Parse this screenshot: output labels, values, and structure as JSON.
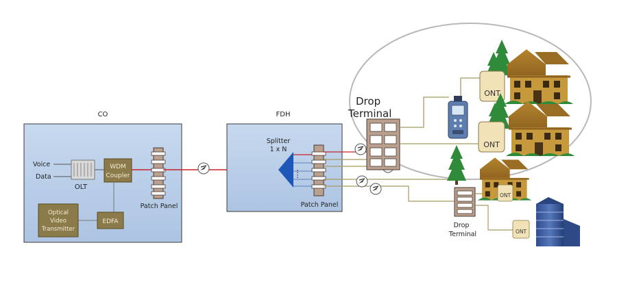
{
  "colors": {
    "panel_fill": "#bcd1ea",
    "panel_stroke": "#3a3a3a",
    "equipment_fill": "#8c7b4a",
    "patch_panel_fill": "#b9a08f",
    "feeder_fiber": "#c8222a",
    "distribution_fiber": "#a89a62",
    "splitter": "#1f57b8",
    "house_body": "#c69a3c",
    "tree": "#2f8a3a",
    "ont_fill": "#f2e2b8",
    "office_building": "#3b5fa8"
  },
  "co": {
    "title": "CO",
    "voice_label": "Voice",
    "data_label": "Data",
    "olt_label": "OLT",
    "wdm_line1": "WDM",
    "wdm_line2": "Coupler",
    "edfa_label": "EDFA",
    "transmitter_line1": "Optical",
    "transmitter_line2": "Video",
    "transmitter_line3": "Transmitter",
    "patch_panel_label": "Patch Panel"
  },
  "fdh": {
    "title": "FDH",
    "splitter_line1": "Splitter",
    "splitter_line2": "1 x N",
    "patch_panel_label": "Patch Panel"
  },
  "drop_terminal_large": {
    "line1": "Drop",
    "line2": "Terminal"
  },
  "drop_terminal_small": {
    "line1": "Drop",
    "line2": "Terminal"
  },
  "ont_labels": {
    "upper_house": "ONT",
    "lower_house": "ONT",
    "street_house": "ONT",
    "office": "ONT"
  },
  "icons": {
    "connector": "fiber-connector-icon",
    "test_meter": "otdr-meter-icon",
    "house": "house-icon",
    "tree": "tree-icon",
    "building": "office-building-icon"
  }
}
